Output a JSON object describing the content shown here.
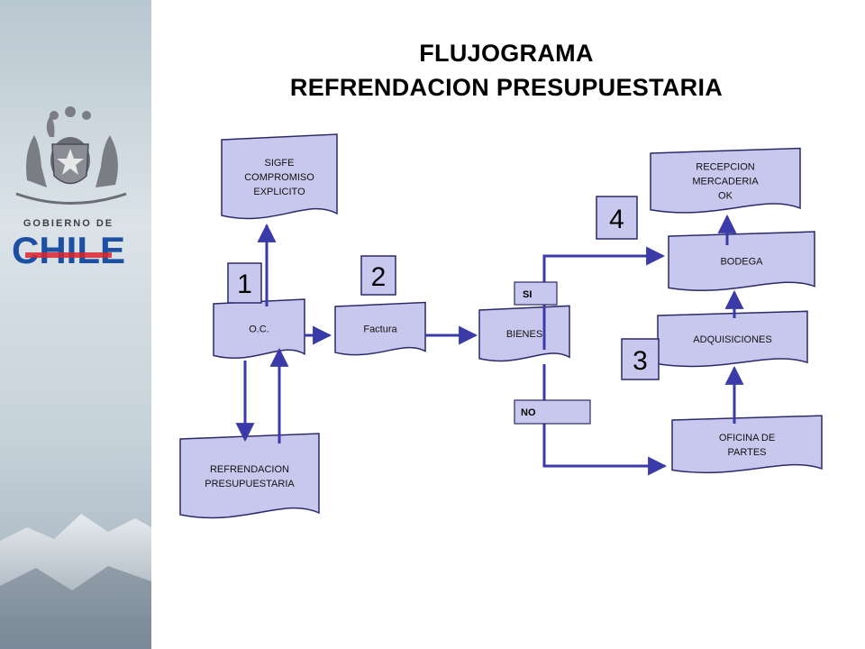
{
  "title": {
    "line1": "FLUJOGRAMA",
    "line2": "REFRENDACION PRESUPUESTARIA"
  },
  "brand": {
    "gobierno": "GOBIERNO DE",
    "chile": "CHILE"
  },
  "nodes": {
    "sigfe": [
      "SIGFE",
      "COMPROMISO",
      "EXPLICITO"
    ],
    "oc": [
      "O.C."
    ],
    "factura": [
      "Factura"
    ],
    "bienes": [
      "BIENES"
    ],
    "refrendacion": [
      "REFRENDACION",
      "PRESUPUESTARIA"
    ],
    "recepcion": [
      "RECEPCION",
      "MERCADERIA",
      "OK"
    ],
    "bodega": [
      "BODEGA"
    ],
    "adquisiciones": [
      "ADQUISICIONES"
    ],
    "oficina": [
      "OFICINA  DE",
      "PARTES"
    ]
  },
  "decisions": {
    "si": "SI",
    "no": "NO"
  },
  "steps": {
    "s1": "1",
    "s2": "2",
    "s3": "3",
    "s4": "4"
  },
  "colors": {
    "node_fill": "#c8c8ee",
    "node_stroke": "#2a2a6a",
    "arrow": "#3a3aa8",
    "step_fill": "#c8c8ee",
    "blue": "#1d4fa3",
    "red": "#d8262c"
  }
}
